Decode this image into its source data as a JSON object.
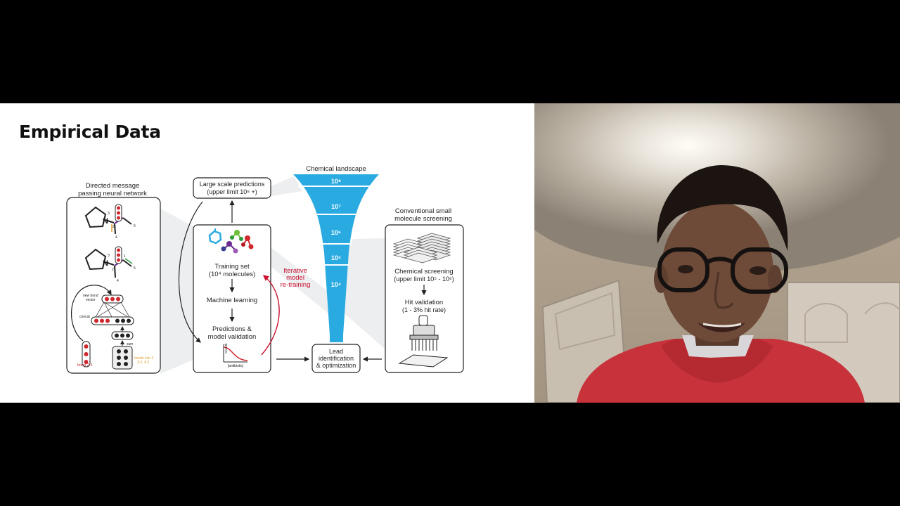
{
  "slide": {
    "title": "Empirical Data"
  },
  "dmpnn": {
    "title_line1": "Directed message",
    "title_line2": "passing neural network",
    "atom_n": "N",
    "num_3": "3",
    "num_2": "2",
    "num_1": "1",
    "num_4": "4",
    "num_5": "5",
    "new_bond_line1": "new bond",
    "new_bond_line2": "vector",
    "concat": "concat",
    "sum": "sum",
    "bond_label": "bond 2-1",
    "bonds_into_line1": "bonds into 2",
    "bonds_into_line2": "3-2, 4-2"
  },
  "center": {
    "large_scale_line1": "Large scale predictions",
    "large_scale_line2": "(upper limit 10⁸ +)",
    "training_line1": "Training set",
    "training_line2": "(10⁴ molecules)",
    "machine_learning": "Machine learning",
    "predictions_line1": "Predictions &",
    "predictions_line2": "model validation",
    "plot_ylabel": "Growth",
    "plot_xlabel": "[antibiotic]"
  },
  "retraining": {
    "line1": "Iterative",
    "line2": "model",
    "line3": "re-training"
  },
  "funnel": {
    "title": "Chemical landscape",
    "levels": [
      "10⁸",
      "10⁷",
      "10⁶",
      "10⁵",
      "10⁴"
    ]
  },
  "lead": {
    "line1": "Lead",
    "line2": "identification",
    "line3": "& optimization"
  },
  "screening": {
    "title_line1": "Conventional small",
    "title_line2": "molecule screening",
    "chem_line1": "Chemical screening",
    "chem_line2": "(upper limit 10⁵ - 10⁶)",
    "hit_line1": "Hit validation",
    "hit_line2": "(1 - 3% hit rate)"
  },
  "colors": {
    "funnel_blue": "#29abe2",
    "retrain_red": "#c8102e",
    "node_red": "#d0262d",
    "orange_label": "#e0a030"
  }
}
